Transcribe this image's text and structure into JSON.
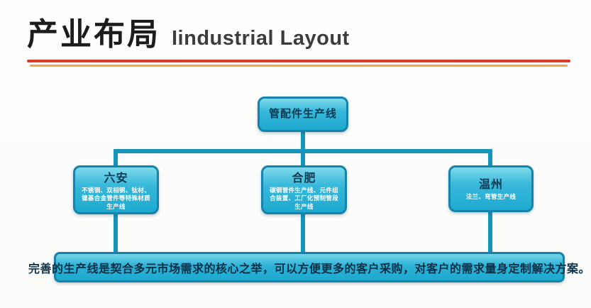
{
  "header": {
    "title_zh": "产业布局",
    "title_en": "Iindustrial Layout"
  },
  "colors": {
    "node_fill": "#29b0d4",
    "node_border": "#1583aa",
    "connector": "#1794ba",
    "divider_red": "#da3b2a",
    "divider_orange": "#f2a63d",
    "node_title_text": "#093a52",
    "node_desc_text": "#ffffff"
  },
  "diagram": {
    "root": {
      "label": "管配件生产线"
    },
    "branches": [
      {
        "city": "六安",
        "desc": "不锈钢、双相钢、钛材、镍基合金管件等特殊材质生产线"
      },
      {
        "city": "合肥",
        "desc": "碳钢管件生产线、元件组合装置、工厂化预制管段生产线"
      },
      {
        "city": "温州",
        "desc": "法兰、弯管生产线"
      }
    ],
    "summary": "完善的生产线是契合多元市场需求的核心之举，可以方便更多的客户采购，对客户的需求量身定制解决方案。"
  }
}
